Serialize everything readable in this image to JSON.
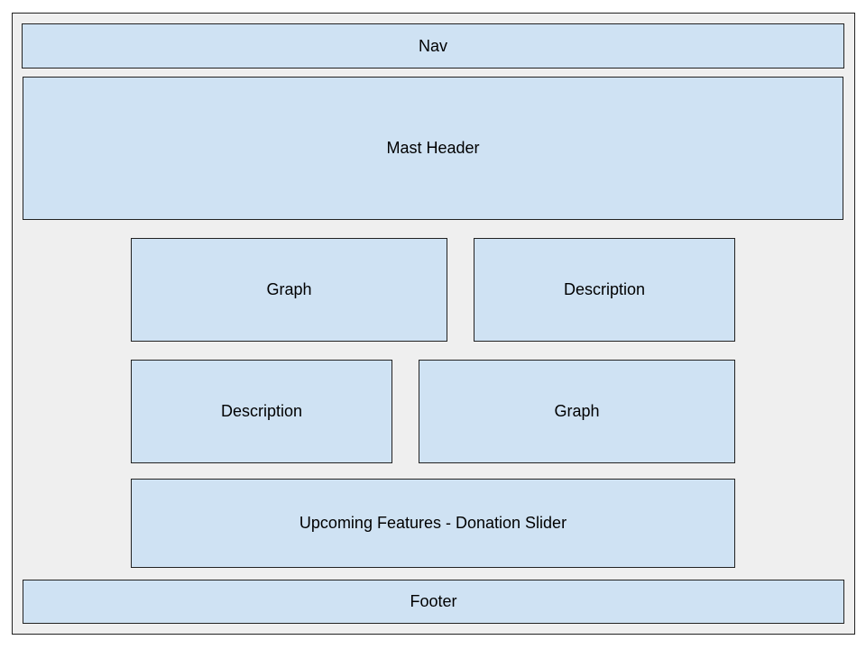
{
  "colors": {
    "frame_fill": "#efefef",
    "box_fill": "#cfe2f3",
    "border": "#222222"
  },
  "blocks": {
    "nav": "Nav",
    "mast_header": "Mast Header",
    "graph_1": "Graph",
    "description_1": "Description",
    "description_2": "Description",
    "graph_2": "Graph",
    "upcoming_features": "Upcoming Features - Donation Slider",
    "footer": "Footer"
  }
}
